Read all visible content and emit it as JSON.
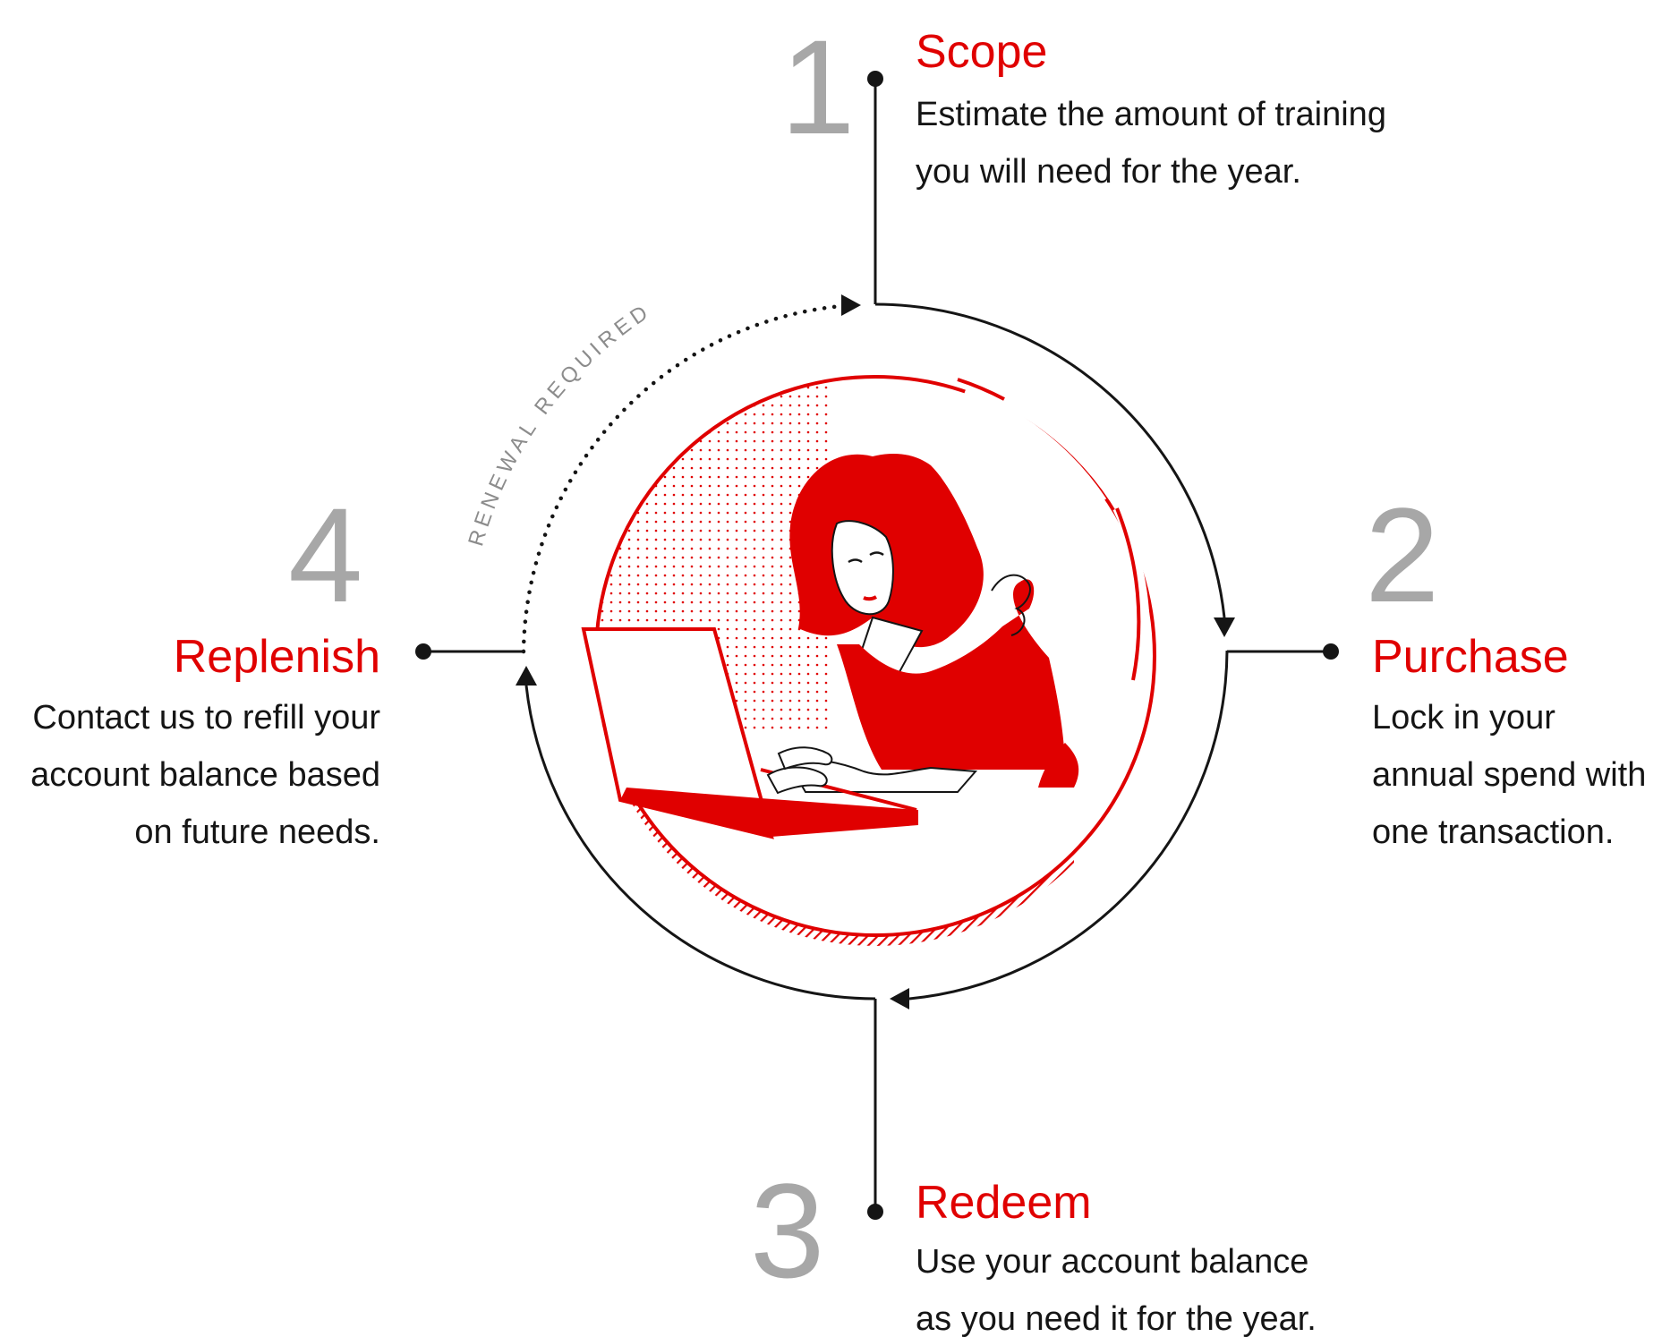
{
  "colors": {
    "accent": "#e00000",
    "number_gray": "#a7a7a7",
    "text": "#151515",
    "line": "#151515"
  },
  "renewal_label": "RENEWAL REQUIRED",
  "illustration": {
    "icon": "woman-at-laptop-illustration"
  },
  "steps": [
    {
      "number": "1",
      "title": "Scope",
      "lines": [
        "Estimate the amount of training",
        "you will need for the year."
      ]
    },
    {
      "number": "2",
      "title": "Purchase",
      "lines": [
        "Lock in your",
        "annual spend with",
        "one transaction."
      ]
    },
    {
      "number": "3",
      "title": "Redeem",
      "lines": [
        "Use your account balance",
        "as you need it for the year."
      ]
    },
    {
      "number": "4",
      "title": "Replenish",
      "lines": [
        "Contact us to refill your",
        "account balance based",
        "on future needs."
      ]
    }
  ]
}
